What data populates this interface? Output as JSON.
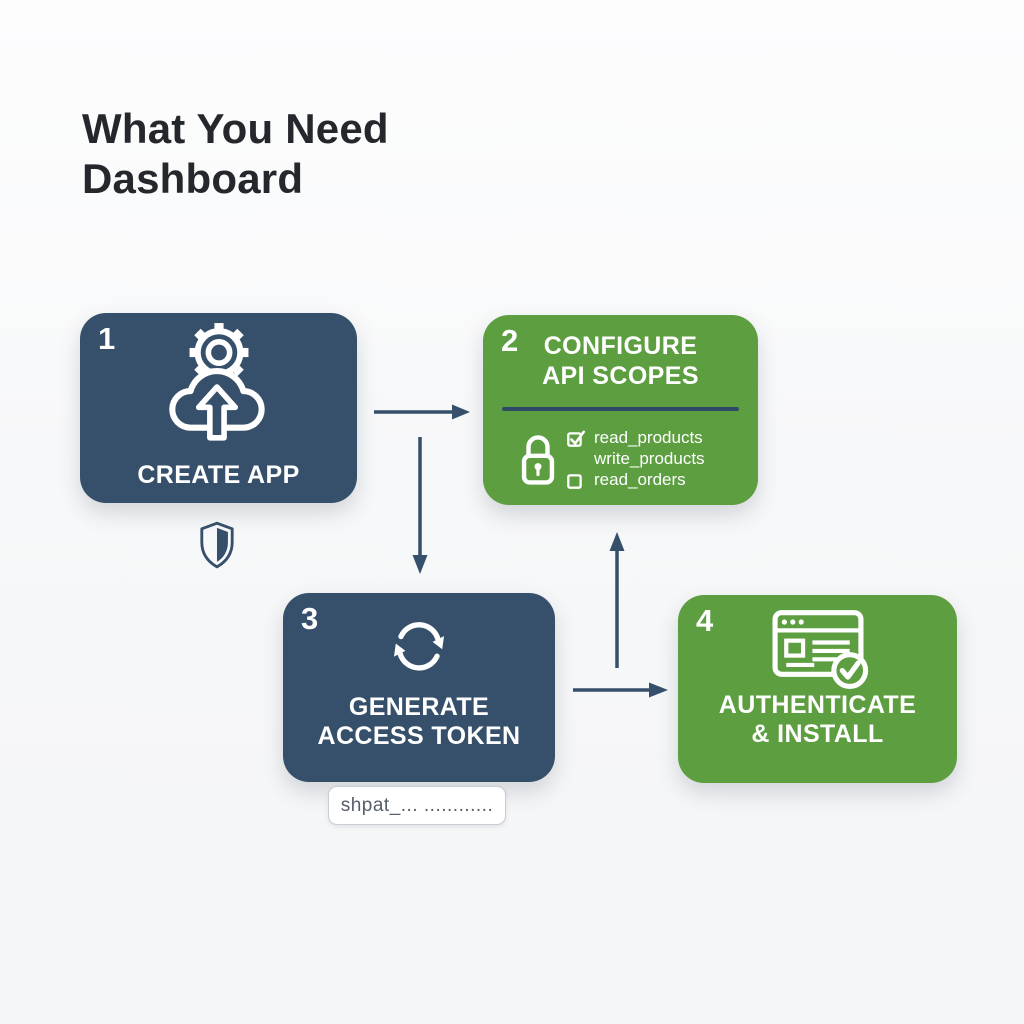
{
  "title": {
    "line1": "What You Need",
    "line2": "Dashboard"
  },
  "colors": {
    "navy_box": "#36506B",
    "green_box": "#5C9E40",
    "arrow": "#36506B",
    "background": "#F6F7F8",
    "title_text": "#24272B",
    "token_text": "#565E69"
  },
  "steps": {
    "create_app": {
      "number": "1",
      "label": "CREATE APP",
      "icon": "cloud-upload-gear-icon"
    },
    "configure_scopes": {
      "number": "2",
      "title_line1": "CONFIGURE",
      "title_line2": "API SCOPES",
      "icon": "padlock-icon",
      "scopes": [
        {
          "name": "read_products",
          "state": "checked"
        },
        {
          "name": "write_products",
          "state": "none"
        },
        {
          "name": "read_orders",
          "state": "unchecked"
        }
      ]
    },
    "generate_token": {
      "number": "3",
      "label_line1": "GENERATE",
      "label_line2": "ACCESS TOKEN",
      "icon": "sync-refresh-icon",
      "token_preview": "shpat_... ............"
    },
    "authenticate_install": {
      "number": "4",
      "label_line1": "AUTHENTICATE",
      "label_line2": "& INSTALL",
      "icon": "browser-verified-icon"
    }
  }
}
